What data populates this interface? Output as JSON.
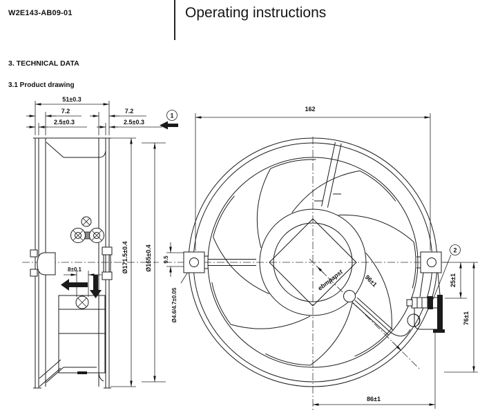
{
  "header": {
    "product_code": "W2E143-AB09-01",
    "title": "Operating instructions"
  },
  "sections": {
    "technical_data": "3. TECHNICAL DATA",
    "product_drawing": "3.1 Product drawing"
  },
  "drawing": {
    "hub_label": "ebmpapst",
    "callouts": {
      "one": "1",
      "two": "2"
    },
    "dims": {
      "depth": "51±0.3",
      "flange_left": "7.2",
      "flange_right": "7.2",
      "plate_left": "2.5±0.3",
      "plate_right": "2.5±0.3",
      "screw_offset": "8±0.1",
      "outer_dia": "Ø171.5±0.4",
      "venturi_dia": "Ø165±0.4",
      "lug_width": "9.5",
      "hole_dia": "Ø4.6/4.7±0.05",
      "hole_spacing": "162",
      "bottom_offset": "86±1",
      "diag_offset": "96±1",
      "gland_top": "25±1",
      "gland_bottom": "76±1"
    },
    "colors": {
      "line": "#1a1a1a",
      "background": "#ffffff"
    }
  }
}
